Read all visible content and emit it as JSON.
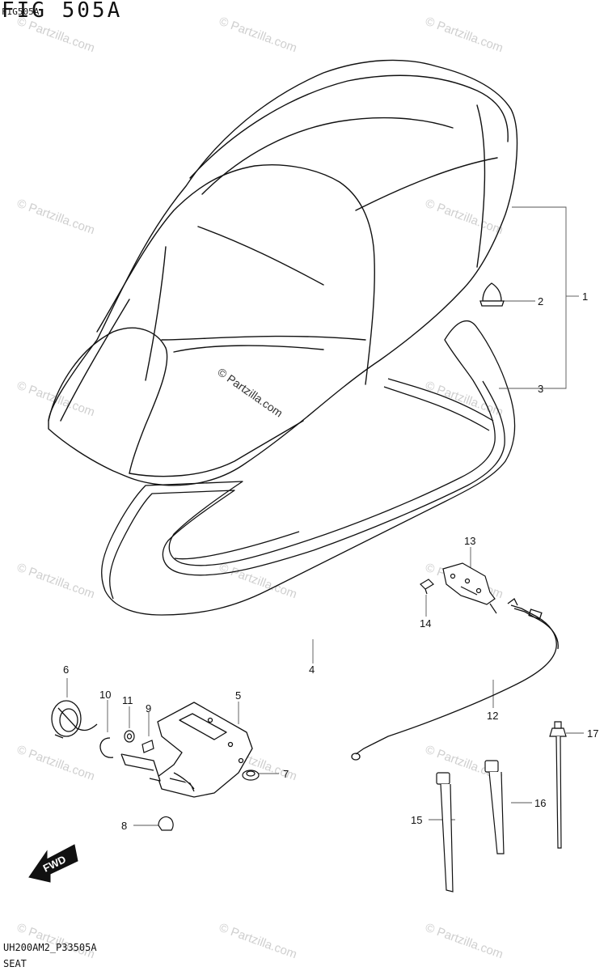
{
  "figure": {
    "title": "FIG 505A",
    "overlay_code": "FIG505A"
  },
  "footer": {
    "code": "UH200AM2_P33505A",
    "name": "SEAT"
  },
  "watermark": {
    "text": "© Partzilla.com"
  },
  "direction_badge": {
    "label": "FWD"
  },
  "callouts": [
    {
      "id": "1",
      "label": "1"
    },
    {
      "id": "2",
      "label": "2"
    },
    {
      "id": "3",
      "label": "3"
    },
    {
      "id": "4",
      "label": "4"
    },
    {
      "id": "5",
      "label": "5"
    },
    {
      "id": "6",
      "label": "6"
    },
    {
      "id": "7",
      "label": "7"
    },
    {
      "id": "8",
      "label": "8"
    },
    {
      "id": "9",
      "label": "9"
    },
    {
      "id": "10",
      "label": "10"
    },
    {
      "id": "11",
      "label": "11"
    },
    {
      "id": "12",
      "label": "12"
    },
    {
      "id": "13",
      "label": "13"
    },
    {
      "id": "14",
      "label": "14"
    },
    {
      "id": "15",
      "label": "15"
    },
    {
      "id": "16",
      "label": "16"
    },
    {
      "id": "17",
      "label": "17"
    }
  ],
  "colors": {
    "line": "#111111",
    "watermark": "#cfcfcf",
    "background": "#ffffff"
  }
}
